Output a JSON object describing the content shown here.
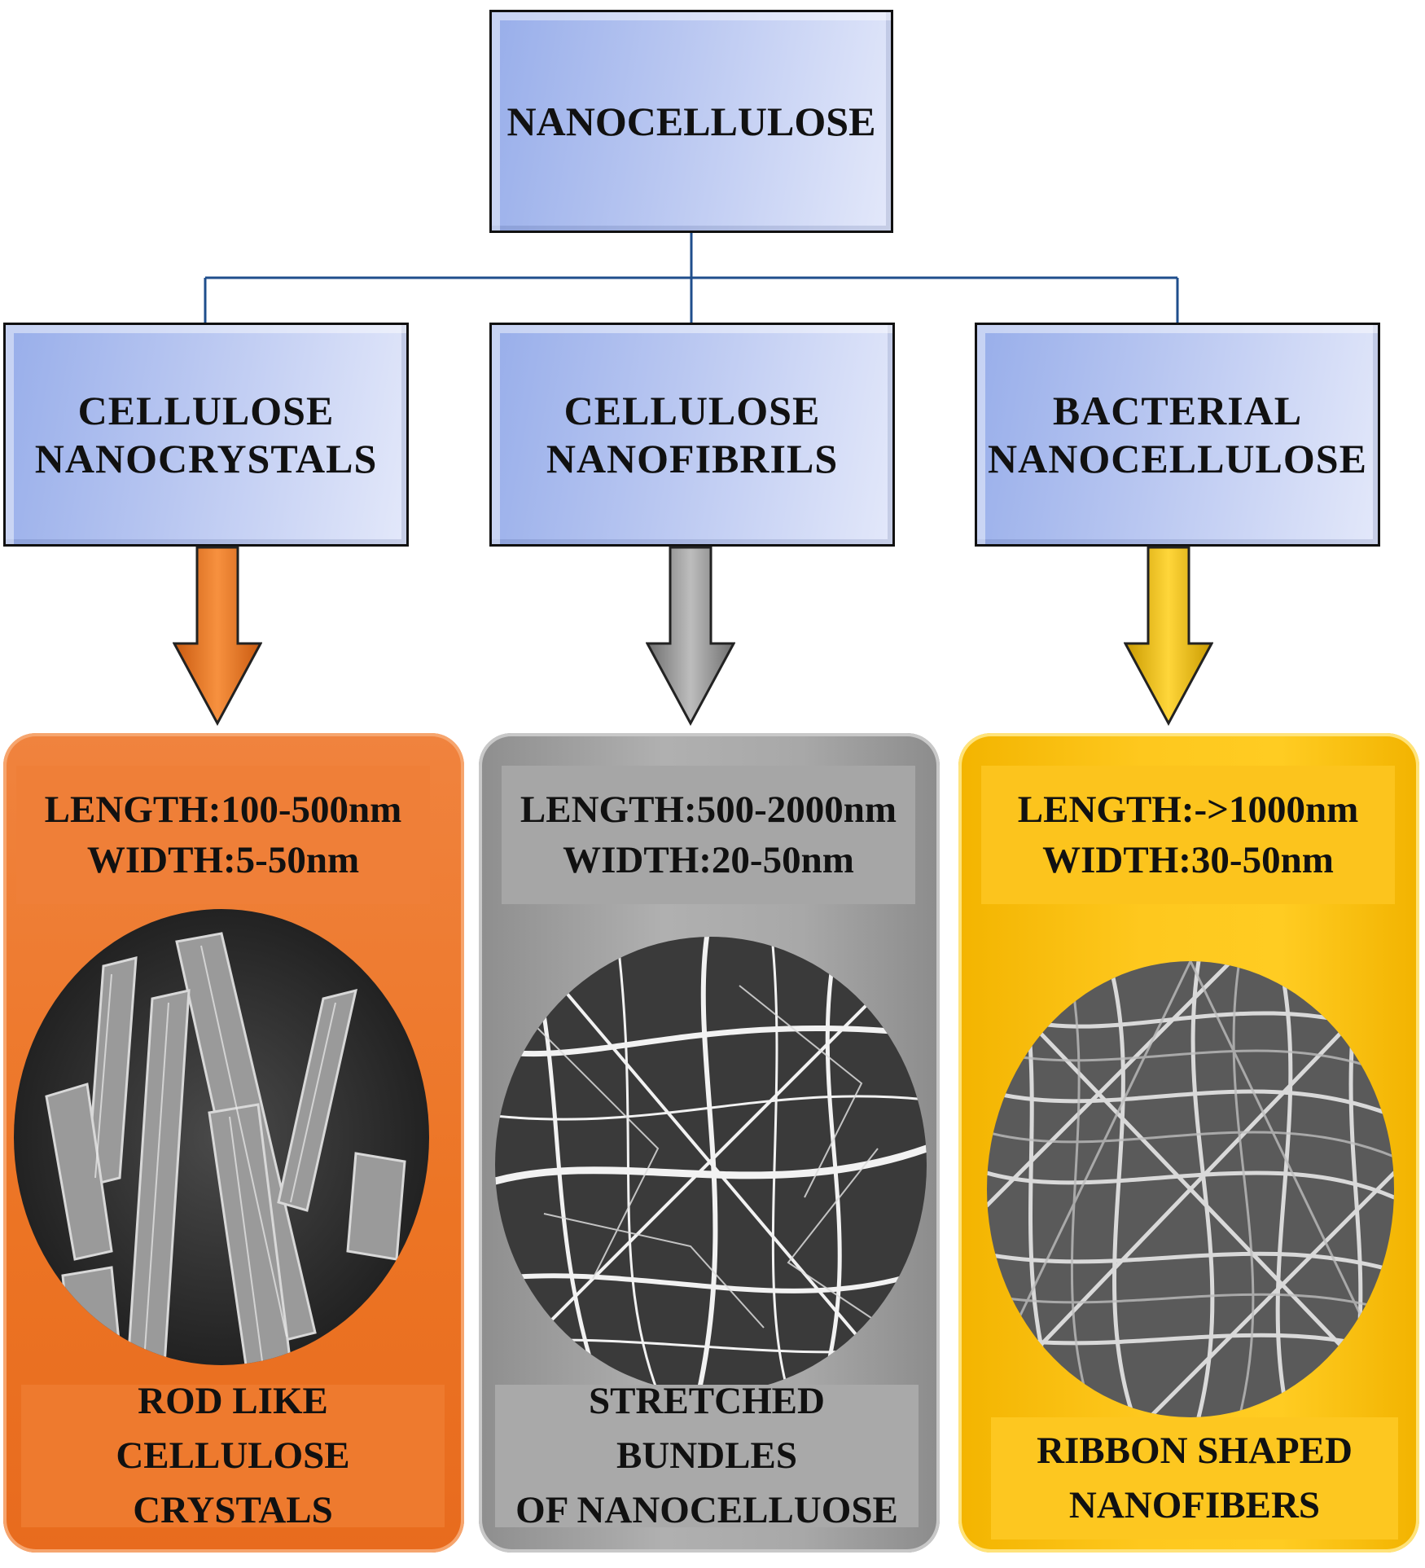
{
  "root": {
    "label": "NANOCELLULOSE"
  },
  "categories": [
    {
      "title": "CELLULOSE\nNANOCRYSTALS",
      "arrow_color": "#ef7a22",
      "length": "LENGTH:100-500nm",
      "width": "WIDTH:5-50nm",
      "caption": "ROD LIKE CELLULOSE\nCRYSTALS"
    },
    {
      "title": "CELLULOSE\nNANOFIBRILS",
      "arrow_color": "#8a8a8a",
      "length": "LENGTH:500-2000nm",
      "width": "WIDTH:20-50nm",
      "caption": "STRETCHED BUNDLES\nOF NANOCELLUOSE"
    },
    {
      "title": "BACTERIAL\nNANOCELLULOSE",
      "arrow_color": "#f0c000",
      "length": "LENGTH:->1000nm",
      "width": "WIDTH:30-50nm",
      "caption": "RIBBON SHAPED\nNANOFIBERS"
    }
  ]
}
